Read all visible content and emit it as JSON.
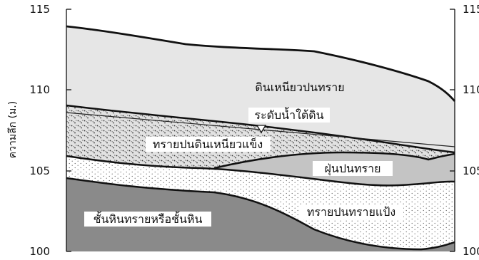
{
  "axis": {
    "title": "ความลึก (ม.)",
    "ticks": [
      "115",
      "110",
      "105",
      "100"
    ],
    "tick_values": [
      115,
      110,
      105,
      100
    ],
    "range": [
      100,
      115
    ],
    "right_ticks_visible": [
      "115",
      "110",
      "105",
      "100"
    ]
  },
  "layers": [
    {
      "id": "clay",
      "label": "ดินเหนียวปนทราย",
      "pattern": "plain-light-gray",
      "color": "#e6e6e6"
    },
    {
      "id": "stiff",
      "label": "ทรายปนดินเหนียวแข็ง",
      "pattern": "dense-dots",
      "color": "#e2e2e2"
    },
    {
      "id": "silt",
      "label": "ฝุ่นปนทราย",
      "pattern": "plain-mid-gray",
      "color": "#c4c4c4"
    },
    {
      "id": "sand",
      "label": "ทรายปนทรายแป้ง",
      "pattern": "sparse-dots",
      "color": "#ffffff"
    },
    {
      "id": "rock",
      "label": "ชั้นหินทรายหรือชั้นหิน",
      "pattern": "plain-dark-gray",
      "color": "#8a8a8a"
    }
  ],
  "water_table": {
    "label": "ระดับน้ำใต้ดิน",
    "symbol": "inverted-triangle"
  }
}
